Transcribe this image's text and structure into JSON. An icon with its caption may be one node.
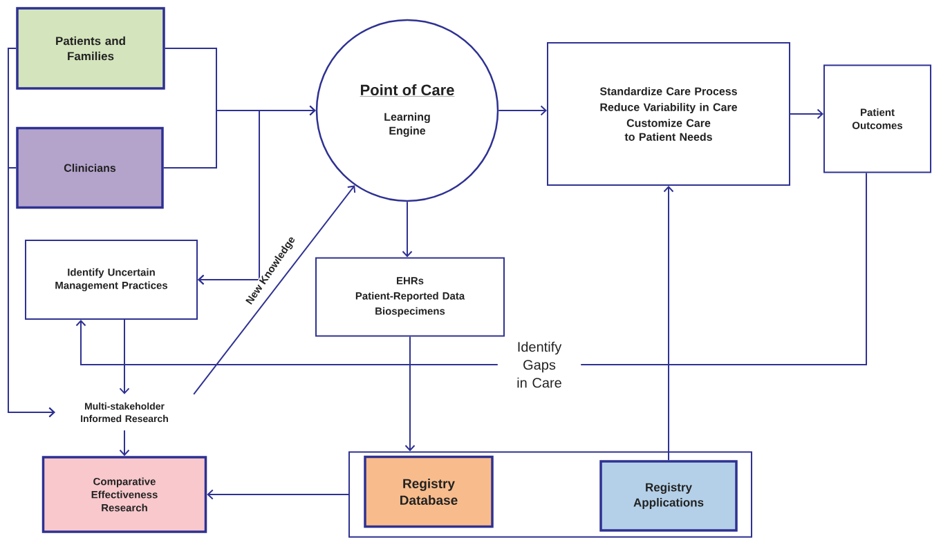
{
  "diagram": {
    "nodes": [
      {
        "text": [
          "Patients and Families"
        ]
      },
      {
        "text": [
          "Clinicians"
        ]
      },
      {
        "text": [
          "Point of Care",
          "Learning Engine"
        ]
      },
      {
        "text": [
          "Standardize Care Process",
          "Reduce Variability in Care",
          "Customize Care to Patient Needs"
        ]
      },
      {
        "text": [
          "Patient Outcomes"
        ]
      },
      {
        "text": [
          "Identify Uncertain Management Practices"
        ]
      },
      {
        "text": [
          "EHRs",
          "Patient-Reported Data",
          "Biospecimens"
        ]
      },
      {
        "text": [
          "Multi-stakeholder Informed Research"
        ]
      },
      {
        "text": [
          "Identify Gaps in Care"
        ]
      },
      {
        "text": [
          "Comparative Effectiveness Research"
        ]
      },
      {
        "text": [],
        "shape": "box"
      },
      {
        "text": [
          "Registry Database"
        ],
        "in": 10
      },
      {
        "text": [
          "Registry Applications"
        ],
        "in": 10
      }
    ],
    "edges": [
      {
        "from": 0,
        "to": 2,
        "arrow": "to"
      },
      {
        "from": 1,
        "to": 2,
        "arrow": "to"
      },
      {
        "from": 0,
        "to": 5,
        "arrow": "to"
      },
      {
        "from": 1,
        "to": 5,
        "arrow": "to"
      },
      {
        "from": 0,
        "to": 7,
        "arrow": "to"
      },
      {
        "from": 1,
        "to": 7,
        "arrow": "to"
      },
      {
        "from": 2,
        "to": 3,
        "arrow": "to"
      },
      {
        "from": 3,
        "to": 4,
        "arrow": "to"
      },
      {
        "from": 2,
        "to": 6,
        "arrow": "to"
      },
      {
        "from": 5,
        "to": 7,
        "arrow": "to"
      },
      {
        "from": 7,
        "to": 2,
        "arrow": "to",
        "label": "New Knowledge"
      },
      {
        "from": 7,
        "to": 9,
        "arrow": "to"
      },
      {
        "from": 6,
        "to": 10,
        "arrow": "to"
      },
      {
        "from": 10,
        "to": 9,
        "arrow": "to"
      },
      {
        "from": 12,
        "to": 3,
        "arrow": "to"
      },
      {
        "from": 4,
        "to": 8,
        "arrow": "none"
      },
      {
        "from": 8,
        "to": 5,
        "arrow": "to"
      }
    ]
  }
}
